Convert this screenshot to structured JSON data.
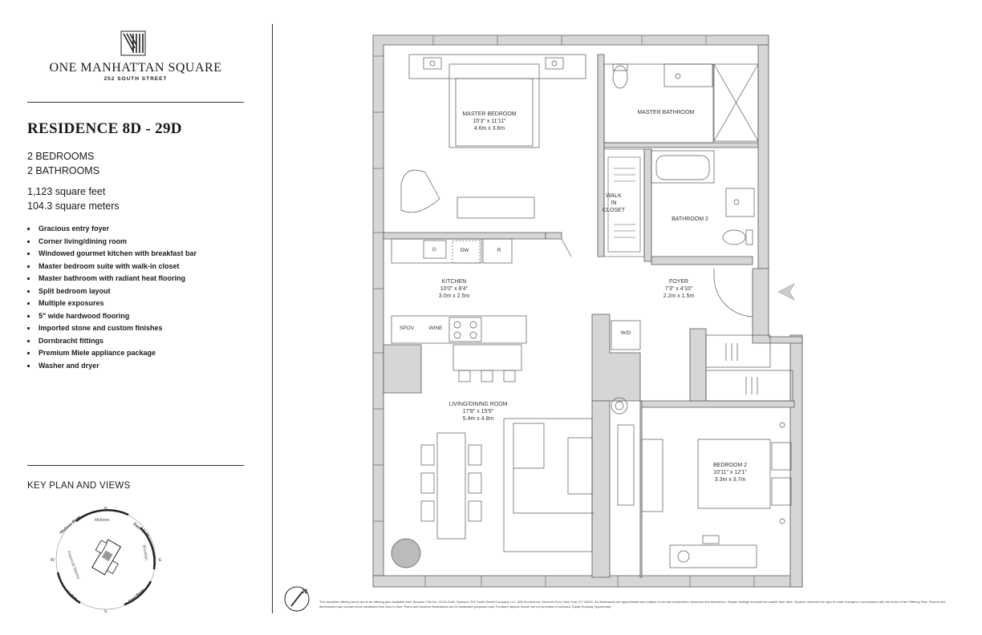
{
  "brand": {
    "name": "ONE MANHATTAN SQUARE",
    "address": "252 SOUTH STREET"
  },
  "residence": {
    "title": "RESIDENCE 8D - 29D",
    "bedrooms": "2 BEDROOMS",
    "bathrooms": "2 BATHROOMS",
    "square_feet": "1,123 square feet",
    "square_meters": "104.3 square meters"
  },
  "features": [
    "Gracious entry foyer",
    "Corner living/dining room",
    "Windowed gourmet kitchen with breakfast bar",
    "Master bedroom suite with walk-in closet",
    "Master bathroom with radiant heat flooring",
    "Split bedroom layout",
    "Multiple exposures",
    "5\" wide hardwood flooring",
    "Imported stone and custom finishes",
    "Dornbracht fittings",
    "Premium Miele appliance package",
    "Washer and dryer"
  ],
  "key_plan": {
    "title": "KEY PLAN AND VIEWS",
    "views": [
      "Hudson River",
      "Midtown",
      "East River",
      "Brooklyn",
      "Financial District",
      "East Bank",
      "Harbor"
    ],
    "compass": [
      "N",
      "E",
      "S",
      "W"
    ]
  },
  "rooms": {
    "master_bedroom": {
      "name": "MASTER BEDROOM",
      "imperial": "15'3\" x 11'11\"",
      "metric": "4.6m x 3.6m"
    },
    "master_bathroom": {
      "name": "MASTER BATHROOM"
    },
    "walk_in_closet": {
      "line1": "WALK",
      "line2": "IN",
      "line3": "CLOSET"
    },
    "bathroom2": {
      "name": "BATHROOM 2"
    },
    "kitchen": {
      "name": "KITCHEN",
      "imperial": "10'0\" x 8'4\"",
      "metric": "3.0m x 2.5m"
    },
    "foyer": {
      "name": "FOYER",
      "imperial": "7'3\" x 4'10\"",
      "metric": "2.2m x 1.5m"
    },
    "living_dining": {
      "name": "LIVING/DINING ROOM",
      "imperial": "17'8\" x 15'9\"",
      "metric": "5.4m x 4.8m"
    },
    "bedroom2": {
      "name": "BEDROOM 2",
      "imperial": "10'11\" x 12'1\"",
      "metric": "3.3m x 3.7m"
    }
  },
  "fixtures": {
    "dw": "DW",
    "r": "R",
    "spov": "SPOV",
    "wine": "WINE",
    "wd": "W/D"
  },
  "disclaimer": "The complete offering terms are in an offering plan available from Sponsor. File No. CD16-0165. Sponsor: 252 South Street Company LLC, 805 3rd Avenue, Seventh Floor, New York, NY 10022. All dimensions are approximate and subject to normal construction variances and tolerances. Square footage exceeds the usable floor area. Sponsor reserves the right to make changes in accordance with the terms of the Offering Plan. Rooms and dimensions may contain minor variations from floor to floor. Plans and furniture illustrations are for illustrative purposes only. Furniture layouts shown are not provided or included. Equal Housing Opportunity."
}
